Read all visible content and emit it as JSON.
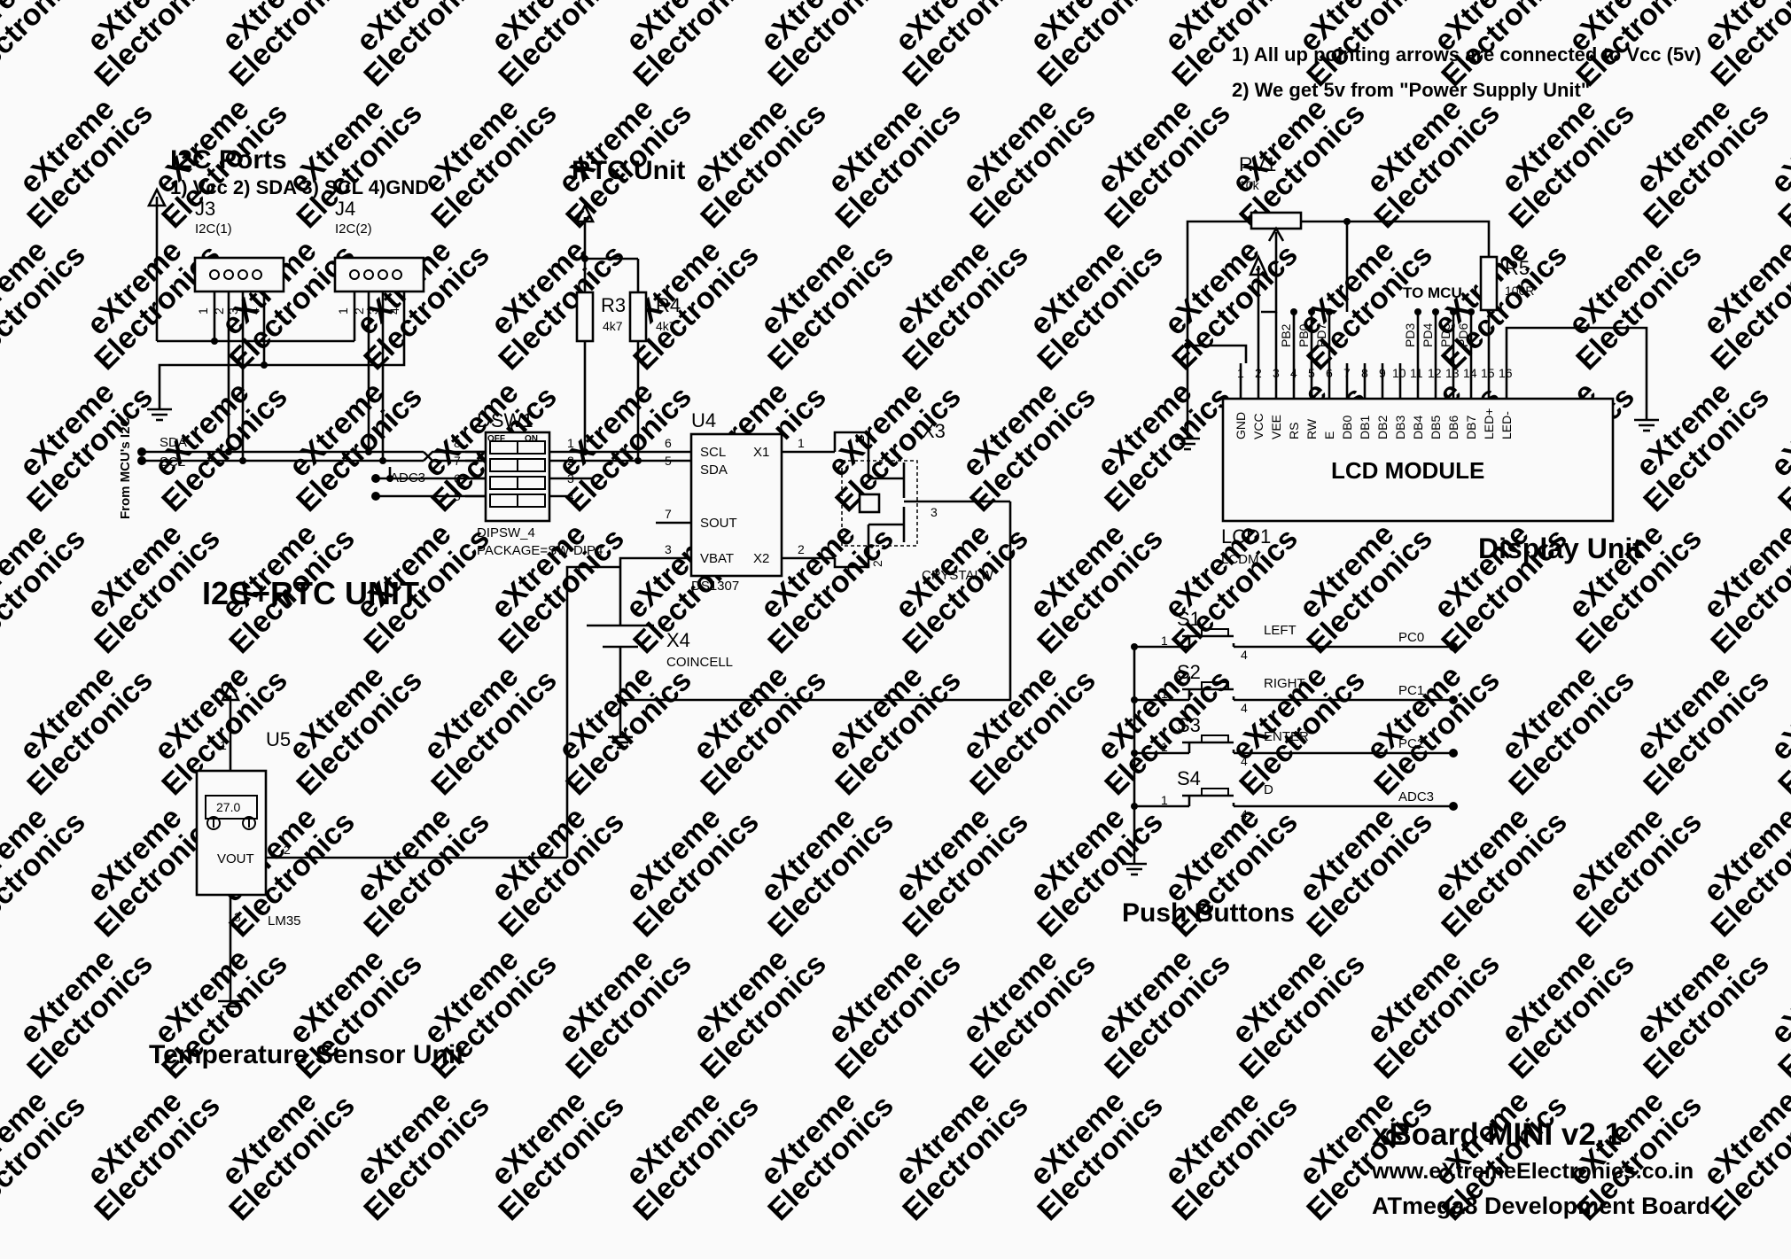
{
  "notes": {
    "line1": "1) All up pointing arrows are connected to Vcc (5v)",
    "line2": "2) We get 5v from \"Power Supply Unit\""
  },
  "watermark": {
    "line1": "eXtreme",
    "line2": "Electronics"
  },
  "sections": {
    "i2c_ports": "I2C Ports",
    "i2c_pinout": "1) Vcc 2) SDA 3) SCL 4)GND",
    "rtc_unit": "RTC Unit",
    "i2c_rtc_unit": "I2C+RTC UNIT",
    "temperature_unit": "Temperature Sensor Unit",
    "display_unit": "Display Unit",
    "push_buttons": "Push Buttons"
  },
  "connectors": {
    "j3": {
      "ref": "J3",
      "value": "I2C(1)"
    },
    "j4": {
      "ref": "J4",
      "value": "I2C(2)"
    },
    "pins": [
      "1",
      "2",
      "3",
      "4"
    ]
  },
  "mcu_i2c": {
    "label": "From MCU's I2C",
    "sda": "SDA",
    "scl": "SCL",
    "adc3": "ADC3"
  },
  "resistors": {
    "r3": {
      "ref": "R3",
      "value": "4k7"
    },
    "r4": {
      "ref": "R4",
      "value": "4k7"
    },
    "r5": {
      "ref": "R5",
      "value": "100R"
    },
    "rv1": {
      "ref": "RV1",
      "value": "10k"
    }
  },
  "dipswitch": {
    "ref": "DSW1",
    "value": "DIPSW_4",
    "package": "PACKAGE=SW-DIP4",
    "off": "OFF",
    "on": "ON",
    "left_pins": [
      "8",
      "7",
      "6",
      "5"
    ],
    "right_pins": [
      "1",
      "2",
      "3",
      "4"
    ]
  },
  "rtc": {
    "ref": "U4",
    "value": "DS1307",
    "pins": {
      "scl": "SCL",
      "sda": "SDA",
      "sout": "SOUT",
      "vbat": "VBAT",
      "x1": "X1",
      "x2": "X2"
    },
    "pin_numbers": {
      "scl": "6",
      "sda": "5",
      "sout": "7",
      "vbat": "3",
      "x1": "1",
      "x2": "2"
    }
  },
  "crystal": {
    "ref": "X3",
    "value": "CRYSTALW",
    "pins": [
      "1",
      "2",
      "3"
    ]
  },
  "battery": {
    "ref": "X4",
    "value": "COINCELL"
  },
  "temp_sensor": {
    "ref": "U5",
    "value": "LM35",
    "reading": "27.0",
    "vout": "VOUT",
    "pins": [
      "1",
      "2",
      "3"
    ]
  },
  "lcd": {
    "ref": "LCD1",
    "value": "LCDM",
    "title": "LCD MODULE",
    "to_mcu": "TO MCU",
    "pin_names": [
      "GND",
      "VCC",
      "VEE",
      "RS",
      "RW",
      "E",
      "DB0",
      "DB1",
      "DB2",
      "DB3",
      "DB4",
      "DB5",
      "DB6",
      "DB7",
      "LED+",
      "LED-"
    ],
    "pin_numbers": [
      "1",
      "2",
      "3",
      "4",
      "5",
      "6",
      "7",
      "8",
      "9",
      "10",
      "11",
      "12",
      "13",
      "14",
      "15",
      "16"
    ],
    "port_labels": [
      "PB2",
      "PB0",
      "PD7",
      "PD3",
      "PD4",
      "PD5",
      "PD6"
    ]
  },
  "buttons": [
    {
      "ref": "S1",
      "label": "LEFT",
      "net": "PC0",
      "pin_a": "1",
      "pin_b": "4"
    },
    {
      "ref": "S2",
      "label": "RIGHT",
      "net": "PC1",
      "pin_a": "1",
      "pin_b": "4"
    },
    {
      "ref": "S3",
      "label": "ENTER",
      "net": "PC2",
      "pin_a": "1",
      "pin_b": "4"
    },
    {
      "ref": "S4",
      "label": "D",
      "net": "ADC3",
      "pin_a": "1",
      "pin_b": "4"
    }
  ],
  "title_block": {
    "title": "xBoard MINI v2.1",
    "url": "www.eXtremeElectronics.co.in",
    "subtitle": "ATmega8 Development Board"
  }
}
